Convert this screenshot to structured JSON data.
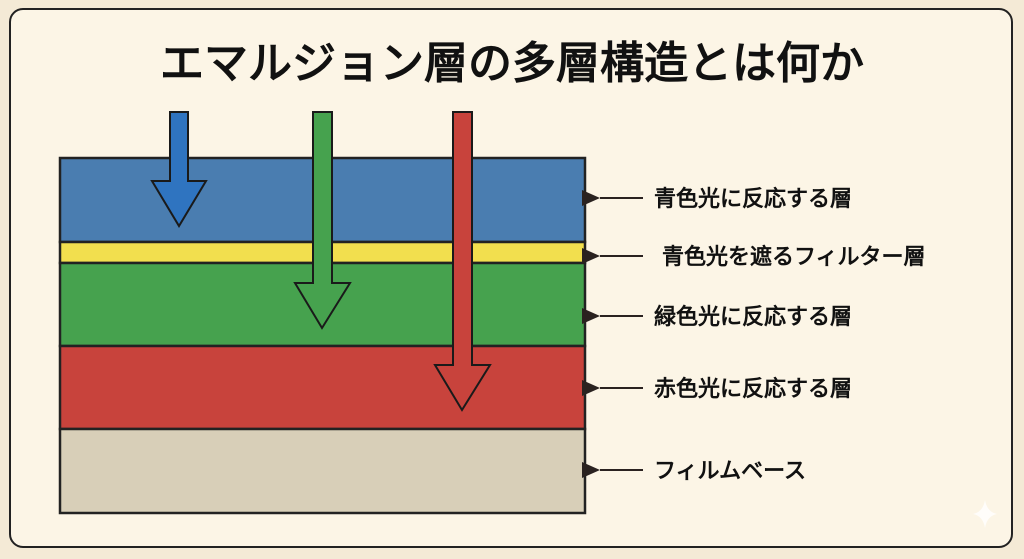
{
  "title": "エマルジョン層の多層構造とは何か",
  "layers": [
    {
      "label": "青色光に反応する層",
      "color": "#4a7db0"
    },
    {
      "label": "青色光を遮るフィルター層",
      "color": "#f2df4e"
    },
    {
      "label": "緑色光に反応する層",
      "color": "#46a24e"
    },
    {
      "label": "赤色光に反応する層",
      "color": "#c8433c"
    },
    {
      "label": "フィルムベース",
      "color": "#d8cfb8"
    }
  ],
  "light_arrows": [
    {
      "name": "blue-light",
      "color": "#2f74c0",
      "stops_in_layer": 0
    },
    {
      "name": "green-light",
      "color": "#46a24e",
      "stops_in_layer": 2
    },
    {
      "name": "red-light",
      "color": "#c8433c",
      "stops_in_layer": 3
    }
  ]
}
